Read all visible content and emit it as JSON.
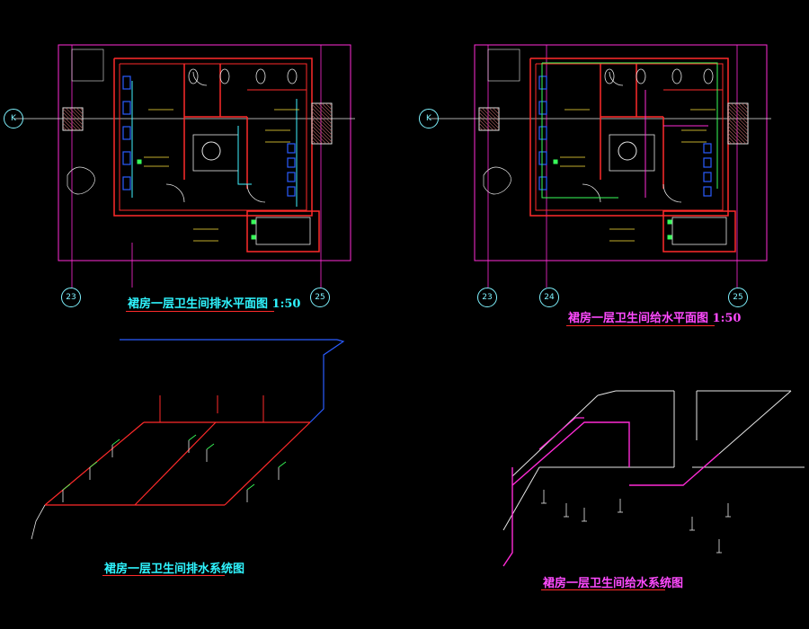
{
  "colors": {
    "background": "#000000",
    "magenta": "#ff2bd6",
    "red": "#ff2a2a",
    "cyan": "#3ff2ff",
    "yellow": "#ffe63b",
    "blue": "#2a5cff",
    "green": "#38ff5a",
    "white": "#e6e6e6",
    "title_left": "#2ff5ff",
    "title_right": "#ff4aff"
  },
  "titles": {
    "drain_plan": "裙房一层卫生间排水平面图 1:50",
    "supply_plan": "裙房一层卫生间给水平面图 1:50",
    "drain_system": "裙房一层卫生间排水系统图",
    "supply_system": "裙房一层卫生间给水系统图"
  },
  "axes": {
    "k_left": "K",
    "k_right": "K",
    "left_23": "23",
    "left_25": "25",
    "right_23": "23",
    "right_24": "24",
    "right_25": "25"
  }
}
